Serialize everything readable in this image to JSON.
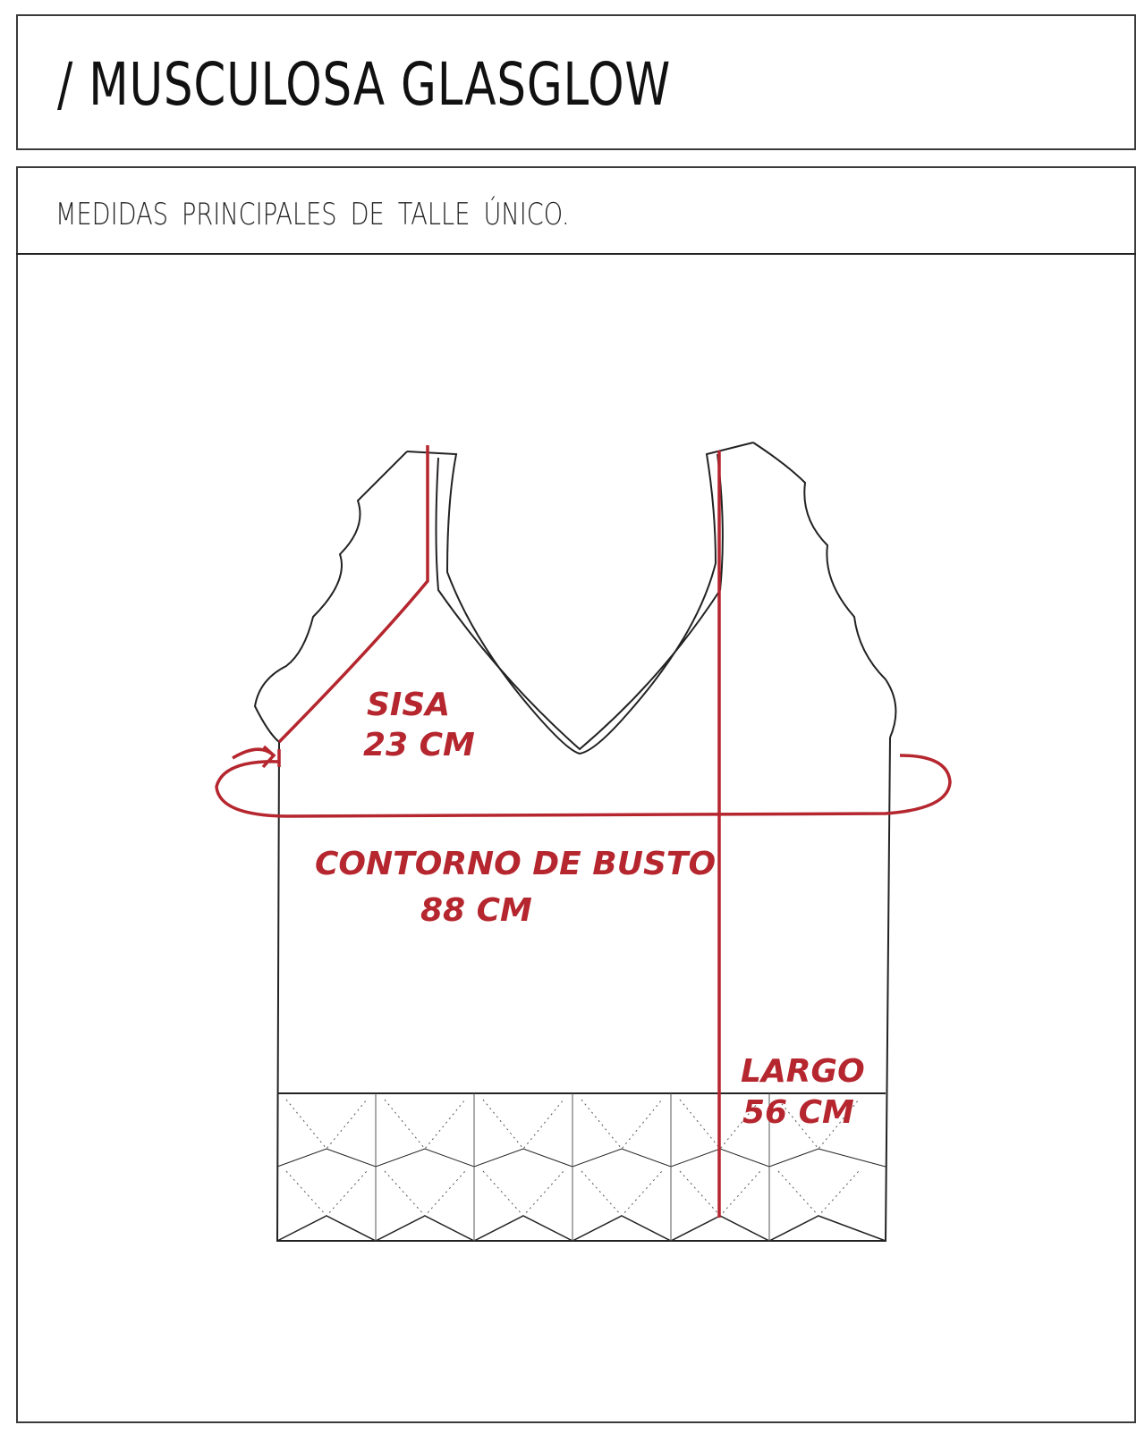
{
  "header": {
    "title": "/ MUSCULOSA GLASGLOW"
  },
  "section": {
    "subtitle": "MEDIDAS PRINCIPALES DE TALLE ÚNICO."
  },
  "measurements": {
    "sisa": {
      "label": "SISA",
      "value": "23 CM"
    },
    "bust": {
      "label": "CONTORNO DE BUSTO",
      "value": "88 CM"
    },
    "length": {
      "label": "LARGO",
      "value": "56 CM"
    }
  },
  "colors": {
    "accent": "#b5262e",
    "line": "#222222"
  }
}
